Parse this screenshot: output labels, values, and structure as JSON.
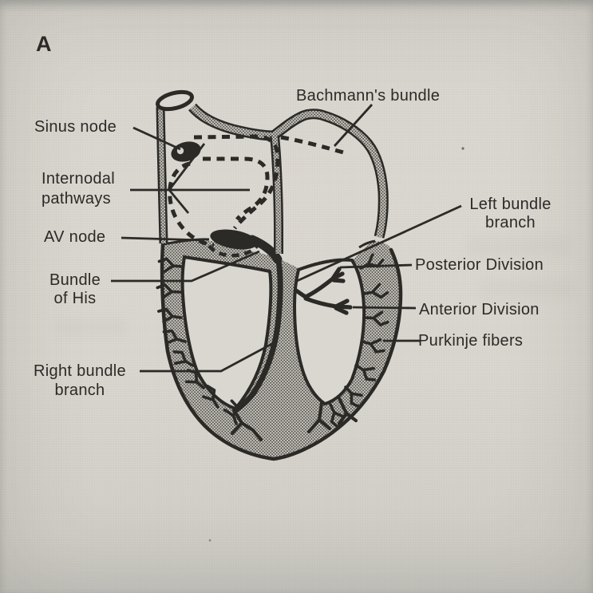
{
  "panel": {
    "label": "A"
  },
  "diagram_subject": "cardiac-conduction-system",
  "labels": {
    "sinus_node": {
      "lines": [
        "Sinus node"
      ]
    },
    "internodal_pathways": {
      "lines": [
        "Internodal",
        "pathways"
      ]
    },
    "av_node": {
      "lines": [
        "AV node"
      ]
    },
    "bundle_of_his": {
      "lines": [
        "Bundle",
        "of His"
      ]
    },
    "right_bundle_branch": {
      "lines": [
        "Right bundle",
        "branch"
      ]
    },
    "bachmanns_bundle": {
      "lines": [
        "Bachmann's bundle"
      ]
    },
    "left_bundle_branch": {
      "lines": [
        "Left bundle",
        "branch"
      ]
    },
    "posterior_division": {
      "lines": [
        "Posterior Division"
      ]
    },
    "anterior_division": {
      "lines": [
        "Anterior Division"
      ]
    },
    "purkinje_fibers": {
      "lines": [
        "Purkinje fibers"
      ]
    }
  },
  "colors": {
    "paper": "#d9d6cf",
    "ink": "#2b2a27",
    "halftone_gray": "#95928a"
  }
}
